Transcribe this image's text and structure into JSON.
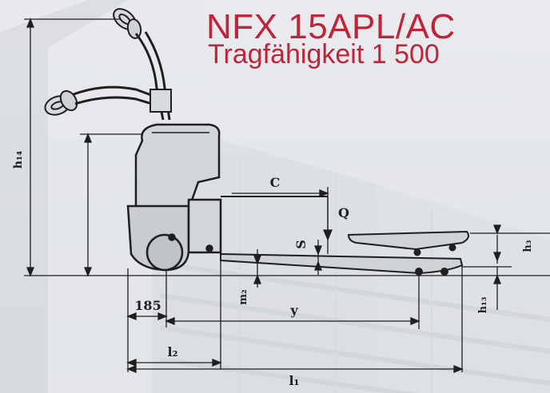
{
  "title": {
    "model": "NFX 15APL/AC",
    "capacity": "Tragfähigkeit  1 500"
  },
  "dimensions": {
    "h14": "h₁₄",
    "c": "C",
    "q": "Q",
    "s": "S",
    "h3": "h₃",
    "h13": "h₁₃",
    "m2": "m₂",
    "y": "y",
    "l2": "l₂",
    "l1": "l₁",
    "dim185": "185"
  },
  "colors": {
    "title": "#c0243a",
    "line": "#1f1f1f",
    "body": "#d7dadd",
    "background": "#e5e7ea"
  }
}
